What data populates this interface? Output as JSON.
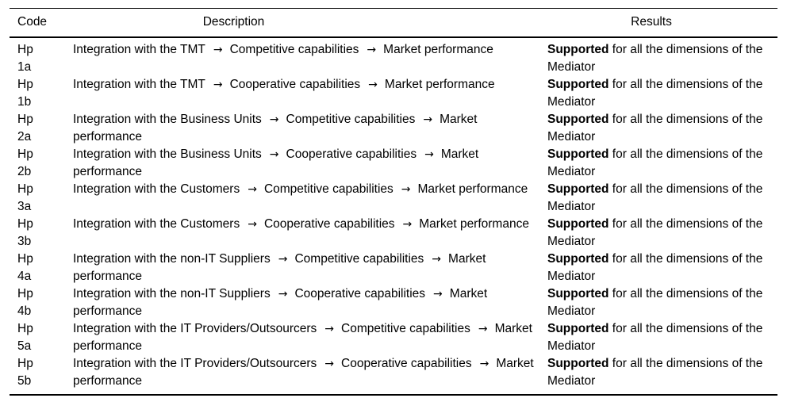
{
  "table": {
    "columns": [
      {
        "key": "code",
        "label": "Code",
        "align": "left"
      },
      {
        "key": "description",
        "label": "Description",
        "align": "center"
      },
      {
        "key": "results",
        "label": "Results",
        "align": "center"
      }
    ],
    "arrow_glyph": "→",
    "rows": [
      {
        "code": "Hp\n1a",
        "code_prefix": "Hp",
        "code_suffix": "1a",
        "desc_parts": [
          "Integration with the TMT",
          "Competitive capabilities",
          "Market performance"
        ],
        "result_bold": "Supported",
        "result_rest": " for all the dimensions of the Mediator"
      },
      {
        "code": "Hp\n1b",
        "code_prefix": "Hp",
        "code_suffix": "1b",
        "desc_parts": [
          "Integration with the TMT",
          "Cooperative capabilities",
          "Market performance"
        ],
        "result_bold": "Supported",
        "result_rest": " for all the dimensions of the Mediator"
      },
      {
        "code": "Hp\n2a",
        "code_prefix": "Hp",
        "code_suffix": "2a",
        "desc_parts": [
          "Integration with the Business Units",
          "Competitive capabilities",
          "Market performance"
        ],
        "result_bold": "Supported",
        "result_rest": " for all the dimensions of the Mediator"
      },
      {
        "code": "Hp\n2b",
        "code_prefix": "Hp",
        "code_suffix": "2b",
        "desc_parts": [
          "Integration with the Business Units",
          "Cooperative capabilities",
          "Market performance"
        ],
        "result_bold": "Supported",
        "result_rest": " for all the dimensions of the Mediator"
      },
      {
        "code": "Hp\n3a",
        "code_prefix": "Hp",
        "code_suffix": "3a",
        "desc_parts": [
          "Integration with the Customers",
          "Competitive capabilities",
          "Market performance"
        ],
        "result_bold": "Supported",
        "result_rest": " for all the dimensions of the Mediator"
      },
      {
        "code": "Hp\n3b",
        "code_prefix": "Hp",
        "code_suffix": "3b",
        "desc_parts": [
          "Integration with the Customers",
          "Cooperative capabilities",
          "Market performance"
        ],
        "result_bold": "Supported",
        "result_rest": " for all the dimensions of the Mediator"
      },
      {
        "code": "Hp\n4a",
        "code_prefix": "Hp",
        "code_suffix": "4a",
        "desc_parts": [
          "Integration with the non-IT Suppliers",
          "Competitive capabilities",
          "Market performance"
        ],
        "result_bold": "Supported",
        "result_rest": " for all the dimensions of the Mediator"
      },
      {
        "code": "Hp\n4b",
        "code_prefix": "Hp",
        "code_suffix": "4b",
        "desc_parts": [
          "Integration with the non-IT Suppliers",
          "Cooperative capabilities",
          "Market performance"
        ],
        "result_bold": "Supported",
        "result_rest": " for all the dimensions of the Mediator"
      },
      {
        "code": "Hp\n5a",
        "code_prefix": "Hp",
        "code_suffix": "5a",
        "desc_parts": [
          "Integration with the IT Providers/Outsourcers",
          "Competitive capabilities",
          "Market performance"
        ],
        "result_bold": "Supported",
        "result_rest": " for all the dimensions of the Mediator"
      },
      {
        "code": "Hp\n5b",
        "code_prefix": "Hp",
        "code_suffix": "5b",
        "desc_parts": [
          "Integration with the IT Providers/Outsourcers",
          "Cooperative capabilities",
          "Market performance"
        ],
        "result_bold": "Supported",
        "result_rest": " for all the dimensions of the Mediator"
      }
    ]
  }
}
